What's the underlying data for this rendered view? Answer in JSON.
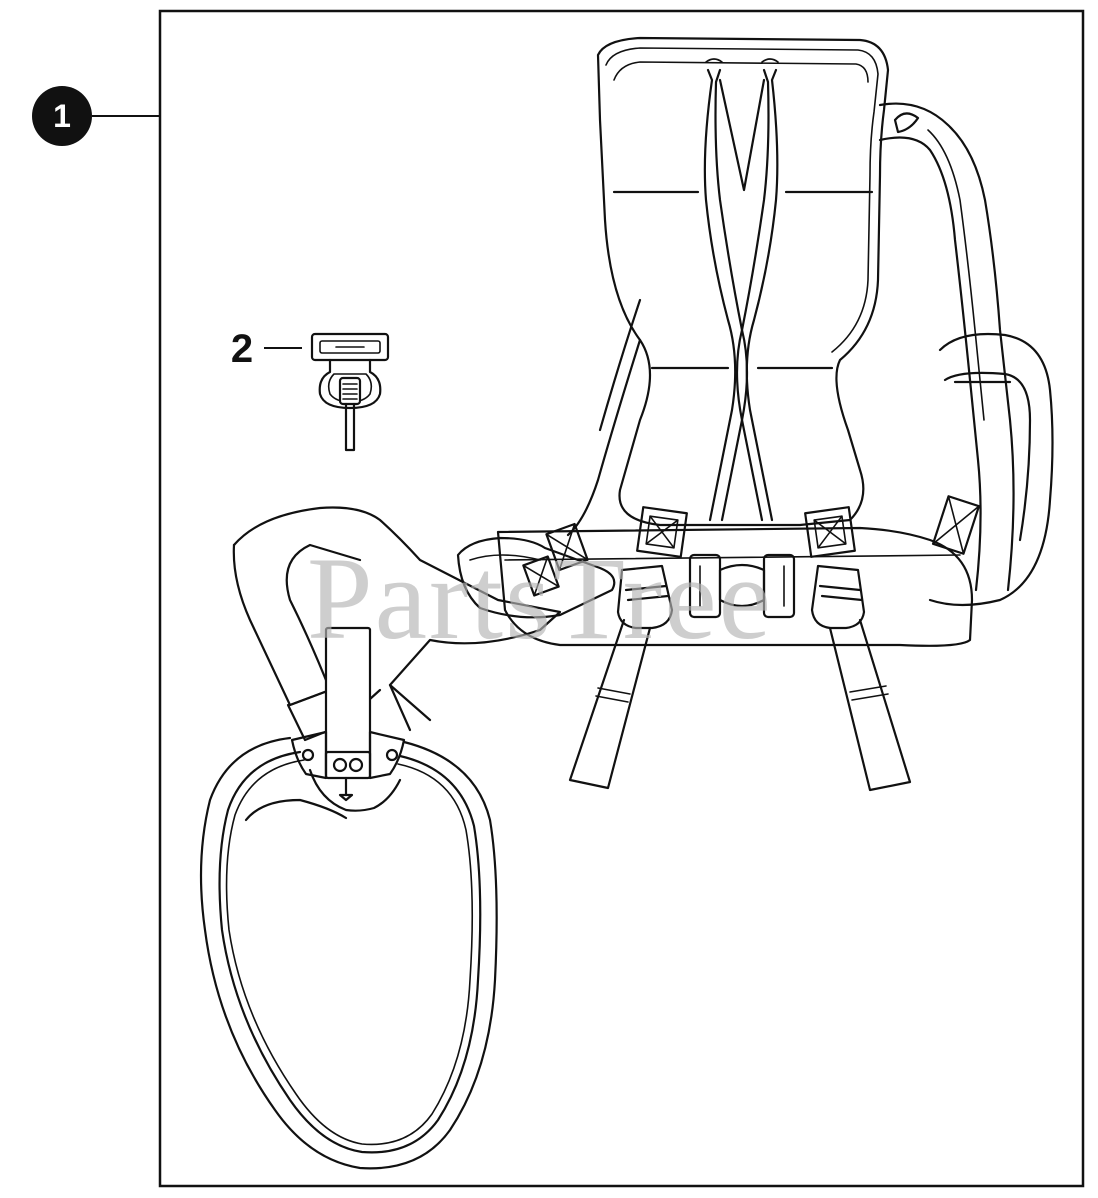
{
  "callouts": [
    {
      "number": "1",
      "part": "harness-assembly"
    },
    {
      "number": "2",
      "part": "snap-hook"
    }
  ],
  "watermark": {
    "text": "PartsTree"
  },
  "colors": {
    "line": "#111111",
    "background": "#ffffff",
    "watermark": "#b5b5b5"
  }
}
